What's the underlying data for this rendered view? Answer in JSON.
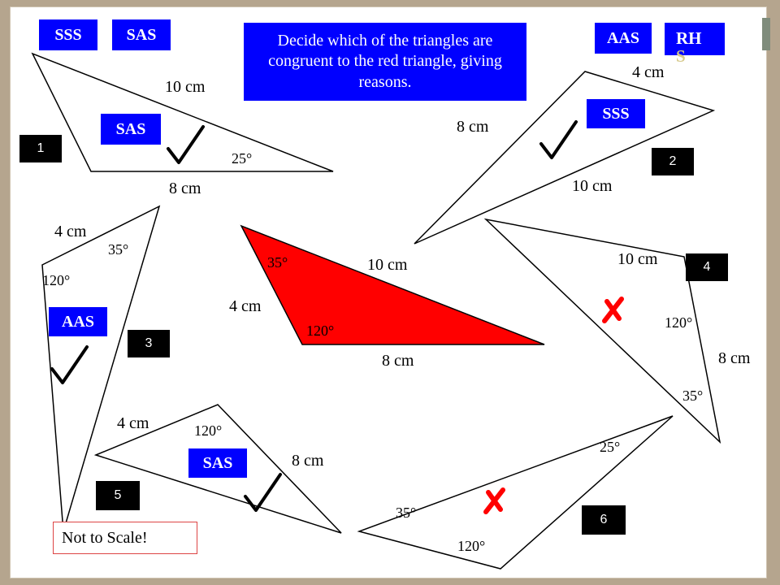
{
  "instruction": "Decide which of the triangles are congruent to the red triangle, giving reasons.",
  "header_badges": {
    "sss": "SSS",
    "sas": "SAS",
    "aas": "AAS",
    "rhs_line1": "RH",
    "rhs_line2": "S"
  },
  "note": "Not to Scale!",
  "colors": {
    "badge": "#0000ff",
    "red_triangle": "#ff0000",
    "cross": "#ff0000"
  },
  "red_triangle": {
    "angle_a": "35°",
    "angle_b": "120°",
    "side_a": "10 cm",
    "side_b": "4 cm",
    "side_c": "8 cm"
  },
  "triangles": [
    {
      "number": "1",
      "side_a": "10 cm",
      "side_b": "8 cm",
      "angle_a": "25°",
      "reason": "SAS",
      "verdict": "tick"
    },
    {
      "number": "2",
      "side_a": "4 cm",
      "side_b": "8 cm",
      "side_c": "10 cm",
      "reason": "SSS",
      "verdict": "tick"
    },
    {
      "number": "3",
      "side_a": "4 cm",
      "angle_a": "35°",
      "angle_b": "120°",
      "reason": "AAS",
      "verdict": "tick"
    },
    {
      "number": "4",
      "side_a": "10 cm",
      "side_b": "8 cm",
      "angle_a": "120°",
      "angle_b": "35°",
      "verdict": "cross"
    },
    {
      "number": "5",
      "side_a": "4 cm",
      "side_b": "8 cm",
      "angle_a": "120°",
      "reason": "SAS",
      "verdict": "tick"
    },
    {
      "number": "6",
      "angle_a": "25°",
      "angle_b": "35°",
      "angle_c": "120°",
      "verdict": "cross"
    }
  ]
}
